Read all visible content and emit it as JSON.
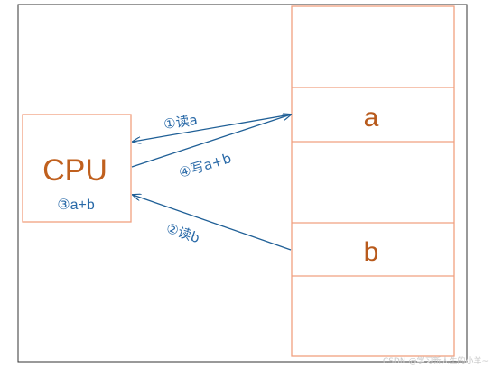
{
  "colors": {
    "frame": "#333333",
    "box_border": "#f0a080",
    "cpu_text": "#c0601e",
    "memory_text": "#b85a1c",
    "arrow": "#1f5f96",
    "label_text": "#2a6aa8"
  },
  "cpu": {
    "title": "CPU",
    "operation": "③a+b"
  },
  "memory": {
    "cell_a": "a",
    "cell_b": "b"
  },
  "arrows": {
    "read_a": "①读a",
    "write_result": "④写a+b",
    "read_b": "②读b"
  },
  "watermark": "CSDN @学习新人生的小羊~"
}
